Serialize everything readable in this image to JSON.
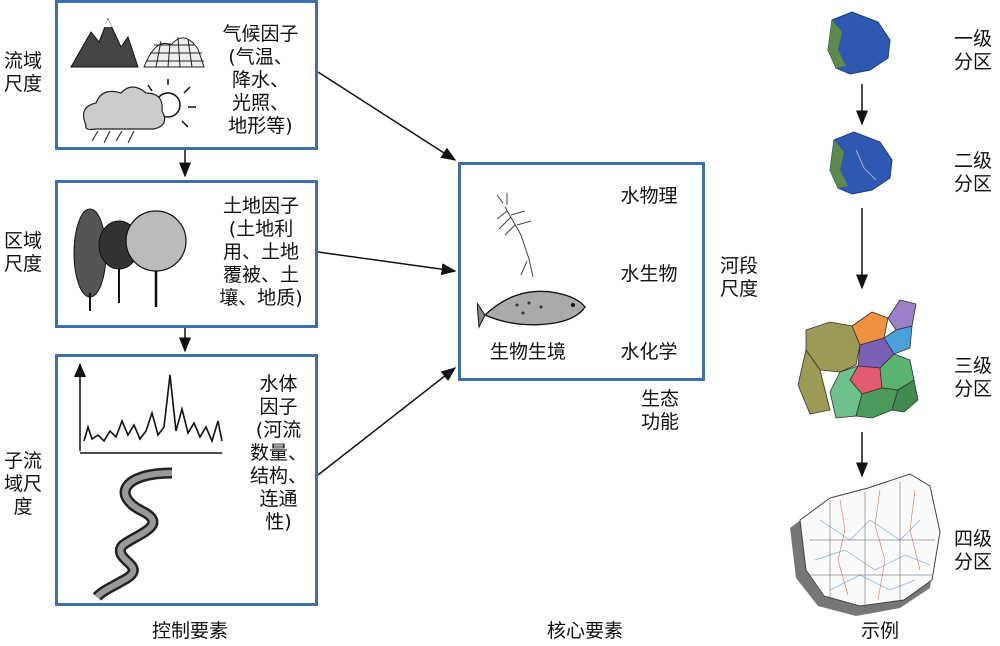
{
  "scales": {
    "watershed": [
      "流域",
      "尺度"
    ],
    "region": [
      "区域",
      "尺度"
    ],
    "subwatershed": [
      "子流",
      "域尺",
      "度"
    ],
    "reach": [
      "河段",
      "尺度"
    ]
  },
  "factors": {
    "climate": [
      "气候因子",
      "(气温、",
      "降水、",
      "光照、",
      "地形等)"
    ],
    "land": [
      "土地因子",
      "(土地利",
      "用、土地",
      "覆被、土",
      "壤、地质)"
    ],
    "water": [
      "水体",
      "因子",
      "(河流",
      "数量、",
      "结构、",
      "连通",
      "性)"
    ]
  },
  "core": {
    "physics": "水物理",
    "biology": "水生物",
    "chemistry": "水化学",
    "habitat": "生物生境",
    "function": [
      "生态",
      "功能"
    ]
  },
  "captions": {
    "control": "控制要素",
    "core": "核心要素",
    "example": "示例"
  },
  "levels": [
    [
      "一级",
      "分区"
    ],
    [
      "二级",
      "分区"
    ],
    [
      "三级",
      "分区"
    ],
    [
      "四级",
      "分区"
    ]
  ],
  "colors": {
    "box_border": "#3d6eb0",
    "map_blue": "#2f58b3",
    "map_green": "#5e8a4a",
    "map_olive": "#9c9a55"
  }
}
